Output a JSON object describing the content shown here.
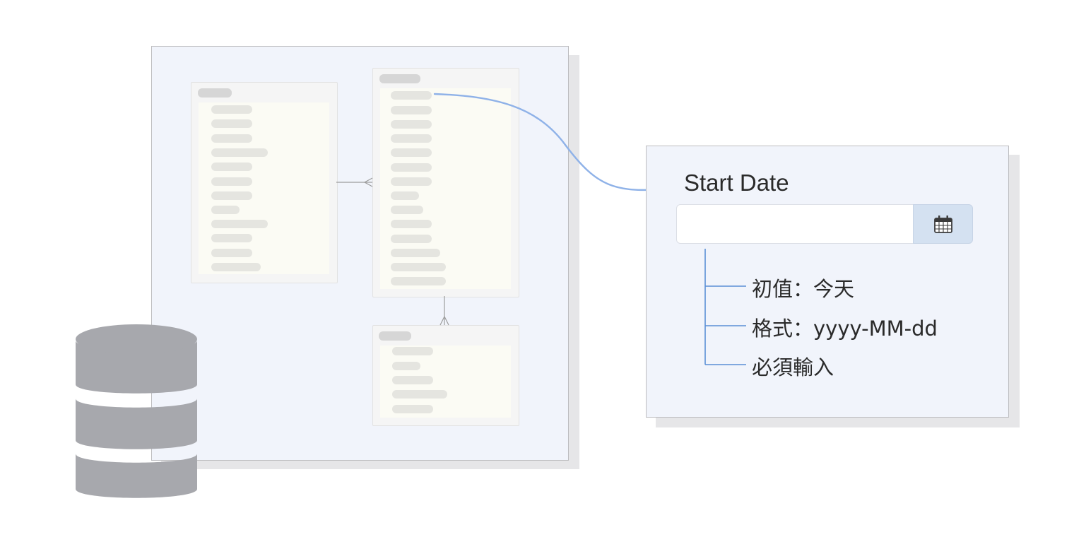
{
  "field": {
    "label": "Start Date",
    "input_value": "",
    "button_icon": "calendar-icon",
    "properties": [
      "初值：今天",
      "格式：yyyy-MM-dd",
      "必須輸入"
    ]
  },
  "icons": {
    "database": "database-icon",
    "calendar": "calendar-icon"
  },
  "colors": {
    "arrow": "#8fb2e8",
    "tree_lines": "#5b8fd6",
    "database": "#a7a8ad",
    "calendar_button": "#d4e1f1",
    "panel_bg": "#f1f4fb"
  }
}
